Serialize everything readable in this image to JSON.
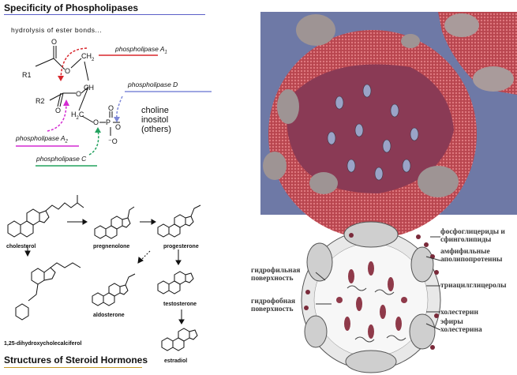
{
  "phospholipase_panel": {
    "title": "Specificity of Phospholipases",
    "subtitle": "hydrolysis of ester bonds...",
    "groups": {
      "r1": "R1",
      "r2": "R2",
      "ch2_top": "CH",
      "ch": "CH",
      "h2c": "H",
      "o": "O",
      "p": "P"
    },
    "enzymes": {
      "a1": "phospholipase A",
      "a2": "phospholipase A",
      "c": "phospholipase C",
      "d": "phospholipase D"
    },
    "headgroups": [
      "choline",
      "inositol",
      "(others)"
    ],
    "colors": {
      "a1": "#d8262c",
      "a2": "#d42ad2",
      "c": "#23a25f",
      "d": "#7e88d8",
      "title_line": "#5b5fc7"
    }
  },
  "steroid_panel": {
    "title": "Structures of Steroid Hormones",
    "compounds": {
      "cholesterol": "cholesterol",
      "pregnenolone": "pregnenolone",
      "progesterone": "progesterone",
      "testosterone": "testosterone",
      "aldosterone": "aldosterone",
      "calcitriol": "1,25-dihydroxycholecalciferol",
      "estradiol": "estradiol"
    },
    "title_color": "#c59a28"
  },
  "lipoprotein_3d": {
    "colors": {
      "background": "#6e79a6",
      "shell": "#c14b52",
      "core": "#8a3a55"
    }
  },
  "lipoprotein_diagram": {
    "labels": {
      "phospholipids": "фосфоглицериды и сфинголипиды",
      "apolipoproteins": "амфифильные аполипопротеины",
      "triacylglycerols": "триацилглицеролы",
      "cholesterol": "холестерин",
      "cholesterol_esters": "эфиры холестерина",
      "hydrophilic": "гидрофильная поверхность",
      "hydrophobic": "гидрофобная поверхность"
    }
  }
}
